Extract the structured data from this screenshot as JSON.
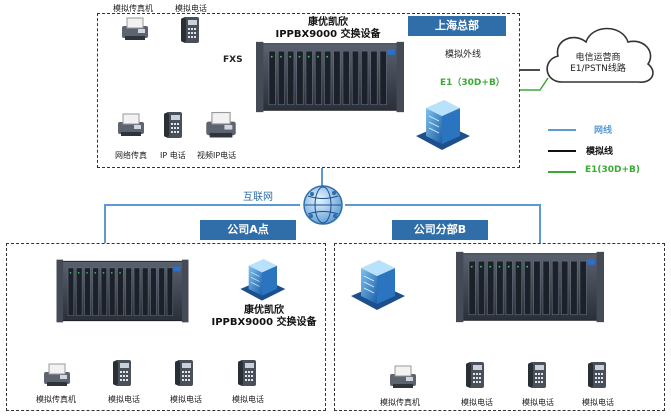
{
  "colors": {
    "network_line": "#5b9bd5",
    "analog_line": "#111111",
    "e1_line": "#3aaa35",
    "tag_bg": "#2f6ea8",
    "cloud_stroke": "#333333"
  },
  "hq": {
    "tag": "上海总部",
    "device_title_line1": "康优凯欣",
    "device_title_line2": "IPPBX9000 交换设备",
    "fxs_label": "FXS",
    "analog_trunk_label": "模拟外线",
    "e1_label": "E1（30D+B）",
    "analog_fax_label": "模拟传真机",
    "analog_phone_label": "模拟电话",
    "net_fax_label": "网络传真",
    "ip_phone_label": "IP 电话",
    "video_phone_label": "视频IP电话"
  },
  "carrier": {
    "line1": "电信运营商",
    "line2": "E1/PSTN线路"
  },
  "legend": {
    "network": "网线",
    "analog": "模拟线",
    "e1": "E1(30D+B)"
  },
  "internet_label": "互联网",
  "branch_a": {
    "tag": "公司A点",
    "device_title_line1": "康优凯欣",
    "device_title_line2": "IPPBX9000 交换设备",
    "devices": [
      "模拟传真机",
      "模拟电话",
      "模拟电话",
      "模拟电话"
    ]
  },
  "branch_b": {
    "tag": "公司分部B",
    "devices": [
      "模拟传真机",
      "模拟电话",
      "模拟电话",
      "模拟电话"
    ]
  },
  "icons": {
    "server": "ippbx-chassis-icon",
    "building": "office-building-icon",
    "fax": "fax-machine-icon",
    "phone": "telephone-icon",
    "ip_phone": "ip-phone-icon",
    "globe": "internet-globe-icon",
    "cloud": "cloud-icon"
  }
}
